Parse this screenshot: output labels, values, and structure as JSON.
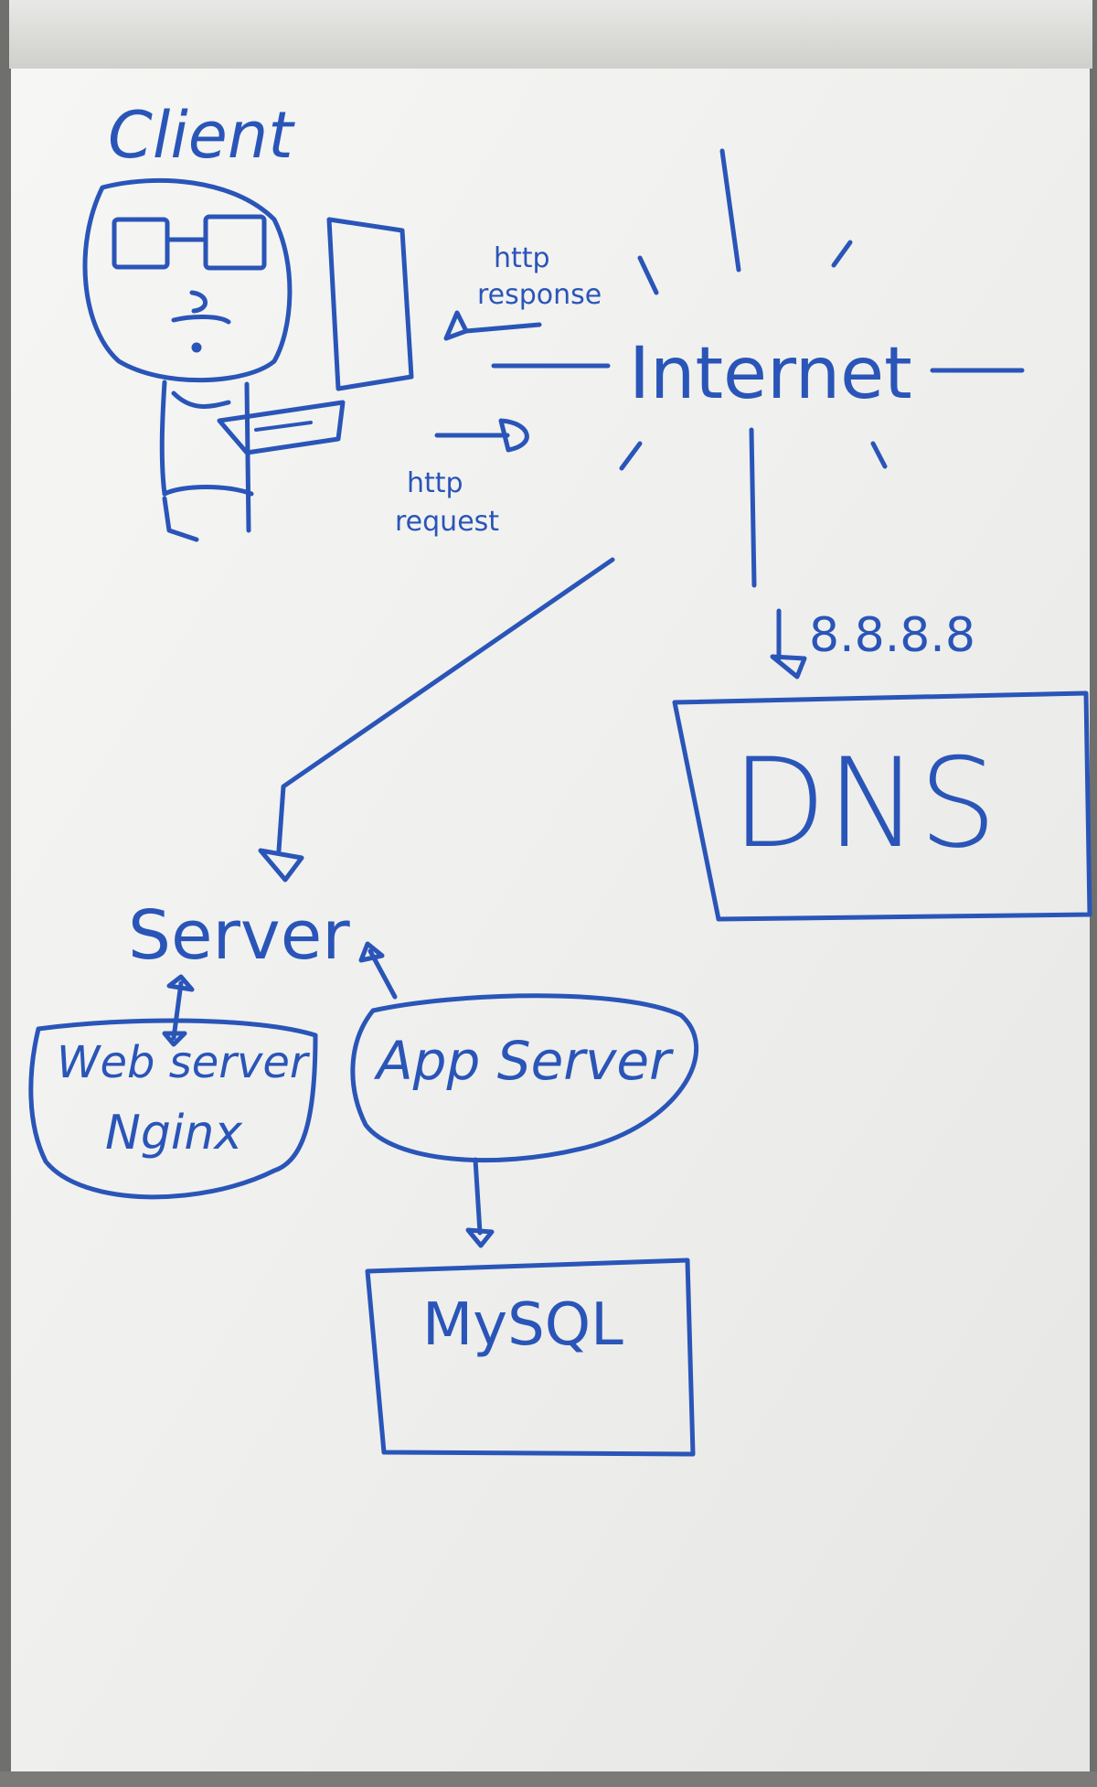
{
  "diagram": {
    "client": {
      "label": "Client"
    },
    "http_response": {
      "line1": "http",
      "line2": "response"
    },
    "http_request": {
      "line1": "http",
      "line2": "request"
    },
    "internet": {
      "label": "Internet"
    },
    "dns": {
      "ip_label": "8.8.8.8",
      "label": "DNS"
    },
    "server": {
      "label": "Server"
    },
    "web_server": {
      "line1": "Web server",
      "line2": "Nginx"
    },
    "app_server": {
      "label": "App Server"
    },
    "database": {
      "label": "MySQL"
    }
  },
  "colors": {
    "ink": "#2a55b8",
    "board": "#f1f1ef",
    "frame": "#6f6f6d"
  }
}
